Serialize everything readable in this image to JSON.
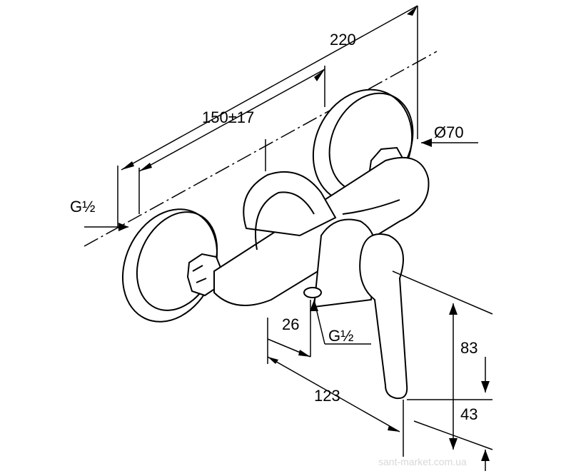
{
  "title": "Shower mixer dimension drawing",
  "dimensions": {
    "overall_length": "220",
    "inlet_spacing": "150±17",
    "rosette_diameter": "Ø70",
    "inlet_thread": "G½",
    "outlet_offset": "26",
    "outlet_thread": "G½",
    "lever_height": "83",
    "projection": "123",
    "outlet_height": "43"
  },
  "watermark": "sant-market.com.ua"
}
